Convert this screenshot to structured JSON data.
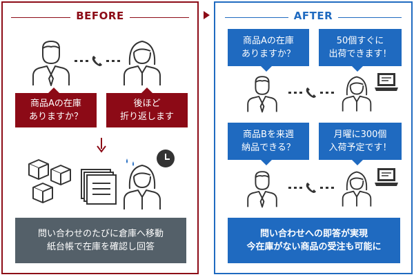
{
  "before": {
    "header": "BEFORE",
    "bubble_left": [
      "商品Aの在庫",
      "ありますか？"
    ],
    "bubble_right": [
      "後ほど",
      "折り返します"
    ],
    "summary": [
      "問い合わせのたびに倉庫へ移動",
      "紙台帳で在庫を確認し回答"
    ],
    "icons": [
      "man-icon",
      "phone-icon",
      "woman-icon",
      "down-arrow-icon",
      "boxes-icon",
      "ledger-icon",
      "clock-icon",
      "sweat-icon"
    ]
  },
  "after": {
    "header": "AFTER",
    "q1": [
      "商品Aの在庫",
      "ありますか？"
    ],
    "a1": [
      "50個すぐに",
      "出荷できます！"
    ],
    "q2": [
      "商品Bを来週",
      "納品できる？"
    ],
    "a2": [
      "月曜に300個",
      "入荷予定です！"
    ],
    "summary": [
      "問い合わせへの即答が実現",
      "今在庫がない商品の受注も可能に"
    ],
    "icons": [
      "man-icon",
      "phone-icon",
      "woman-icon",
      "laptop-icon"
    ]
  },
  "colors": {
    "before": "#8c0a16",
    "after": "#1f6ac0",
    "summary_gray": "#546069",
    "icon_gray": "#333333"
  }
}
